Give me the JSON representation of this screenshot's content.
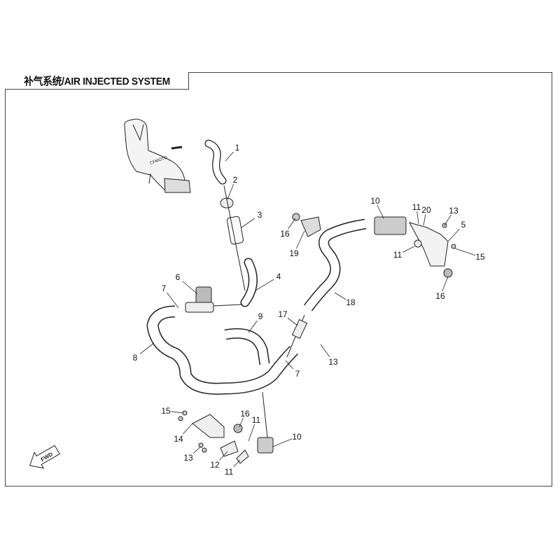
{
  "title": "补气系统/AIR INJECTED SYSTEM",
  "fwd_label": "FWD",
  "airbox_text": "CFMOTO",
  "callouts": [
    "1",
    "2",
    "3",
    "4",
    "5",
    "6",
    "7",
    "7",
    "8",
    "9",
    "10",
    "10",
    "11",
    "11",
    "11",
    "11",
    "12",
    "13",
    "13",
    "13",
    "14",
    "15",
    "15",
    "16",
    "16",
    "16",
    "17",
    "18",
    "19",
    "20"
  ]
}
